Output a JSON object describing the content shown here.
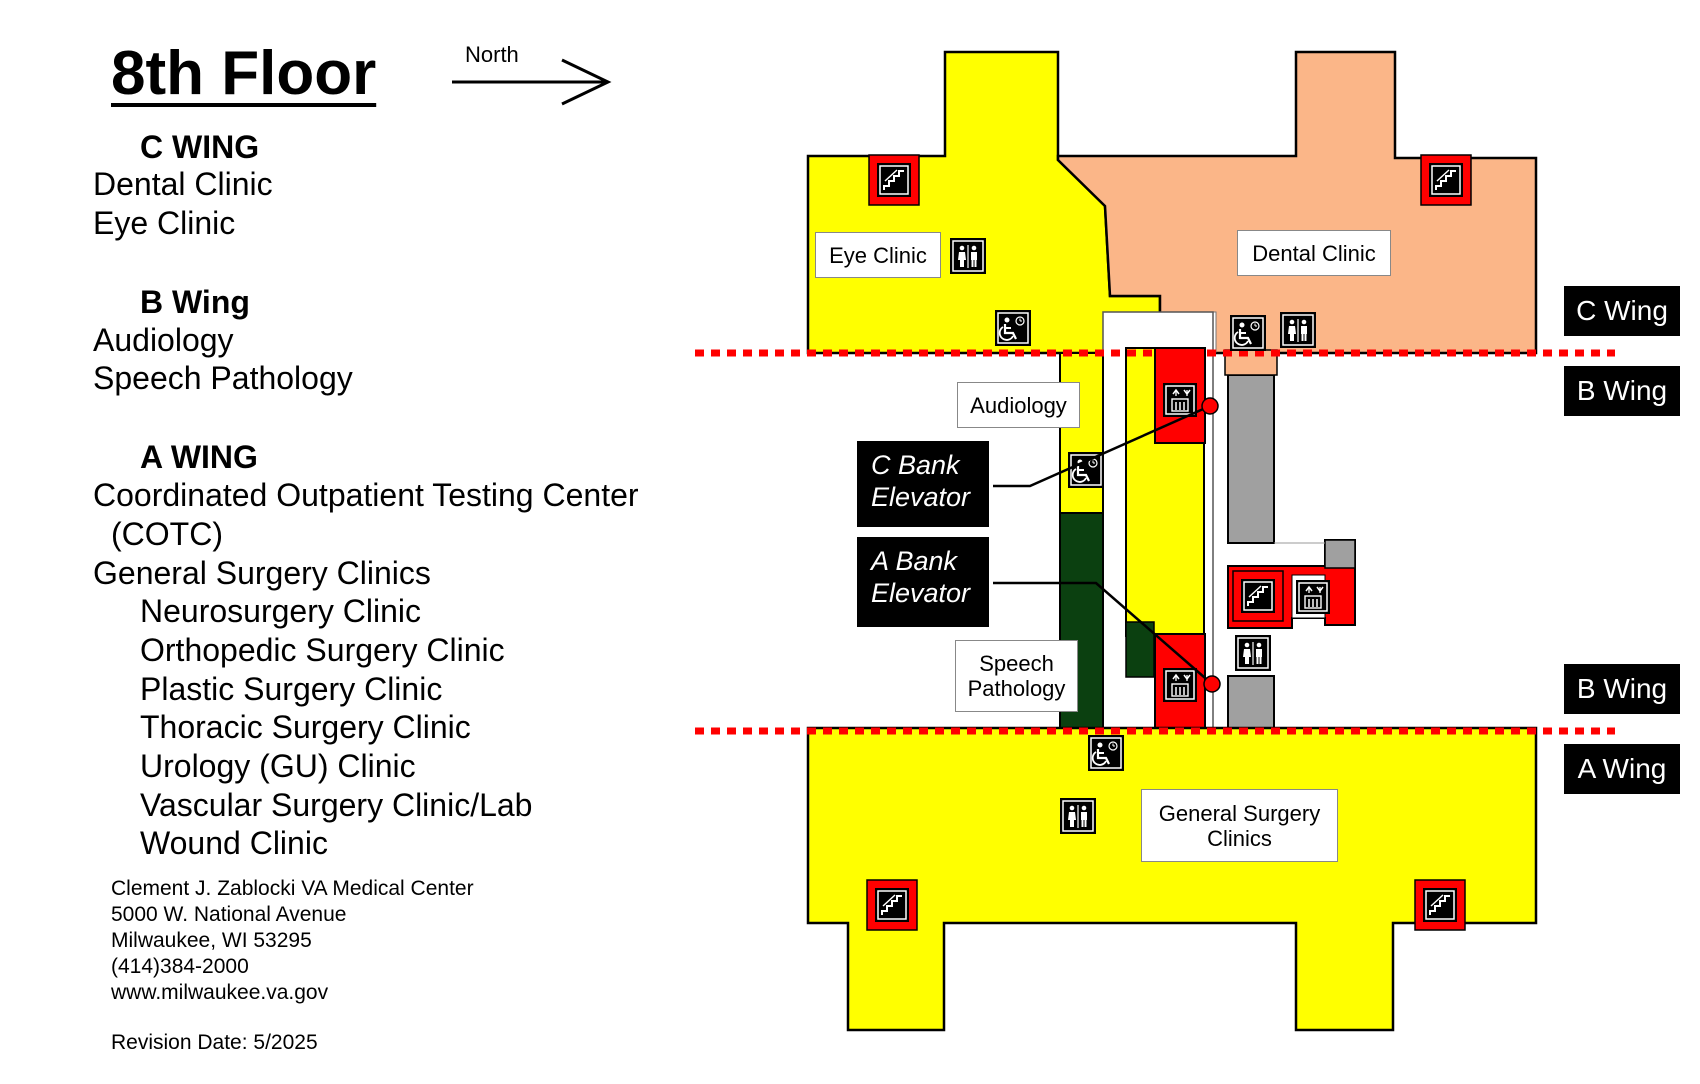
{
  "title": "8th Floor",
  "north_label": "North",
  "legend": {
    "c_wing": {
      "heading": "C WING",
      "items": [
        "Dental Clinic",
        "Eye Clinic"
      ]
    },
    "b_wing": {
      "heading": "B Wing",
      "items": [
        "Audiology",
        "Speech Pathology"
      ]
    },
    "a_wing": {
      "heading": "A WING",
      "items": [
        "Coordinated Outpatient Testing Center",
        "(COTC)",
        "General Surgery Clinics"
      ],
      "subitems": [
        "Neurosurgery Clinic",
        "Orthopedic Surgery Clinic",
        "Plastic Surgery Clinic",
        "Thoracic Surgery Clinic",
        "Urology (GU) Clinic",
        "Vascular Surgery Clinic/Lab",
        "Wound Clinic"
      ]
    }
  },
  "address": [
    "Clement J. Zablocki VA Medical Center",
    "5000 W. National Avenue",
    "Milwaukee, WI 53295",
    "(414)384-2000",
    "www.milwaukee.va.gov"
  ],
  "revision": "Revision Date: 5/2025",
  "map_labels": {
    "eye_clinic": "Eye Clinic",
    "dental_clinic": "Dental Clinic",
    "audiology": "Audiology",
    "speech_1": "Speech",
    "speech_2": "Pathology",
    "general_surgery_1": "General Surgery",
    "general_surgery_2": "Clinics",
    "c_bank_1": "C Bank",
    "c_bank_2": "Elevator",
    "a_bank_1": "A Bank",
    "a_bank_2": "Elevator"
  },
  "wing_tags": [
    "C Wing",
    "B Wing",
    "B Wing",
    "A Wing"
  ],
  "colors": {
    "yellow": "#ffff00",
    "peach": "#fbb688",
    "red": "#ff0000",
    "dark_green": "#0b4010",
    "gray": "#a0a0a0",
    "divider": "#ff0000"
  },
  "icons": [
    "stairs-icon",
    "restroom-icon",
    "accessible-waiting-icon",
    "elevator-icon"
  ]
}
